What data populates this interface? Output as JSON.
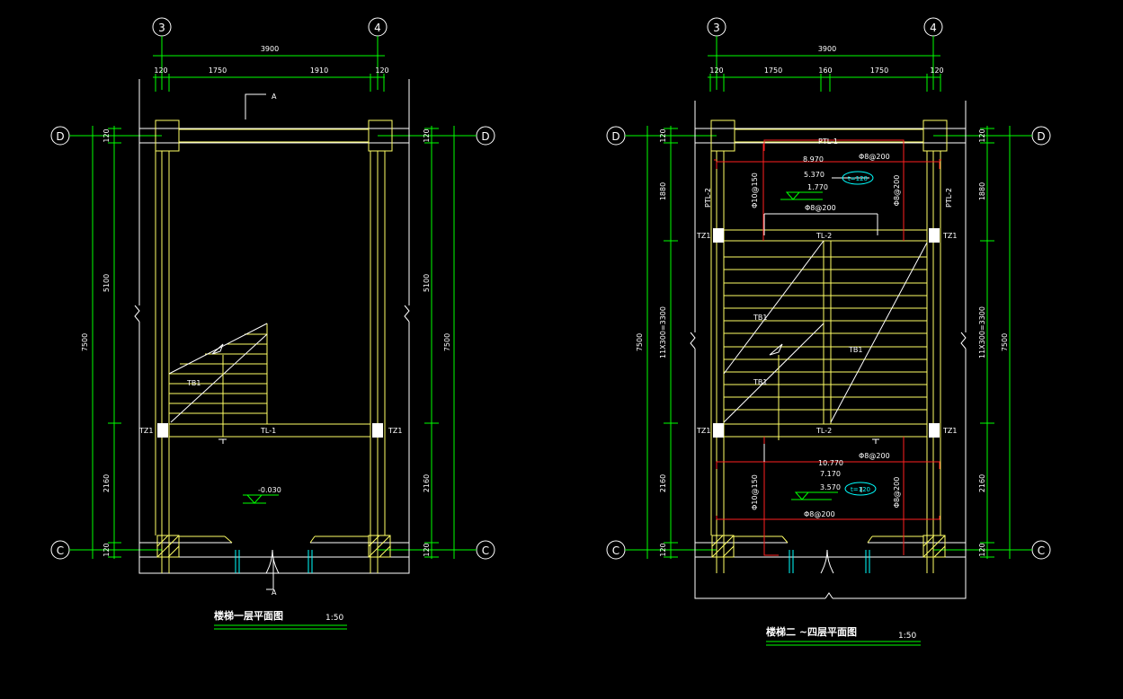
{
  "colors": {
    "background": "#000000",
    "dimension": "#00ff00",
    "stair": "#ffff66",
    "wall": "#ffffff",
    "rebar": "#ff2020",
    "door": "#00ffff"
  },
  "plan_left": {
    "axes": {
      "top_left": "3",
      "top_right": "4",
      "row_top": "D",
      "row_bottom": "C"
    },
    "dims_top": {
      "overall": "3900",
      "a": "120",
      "b": "1750",
      "c": "1910",
      "d": "120"
    },
    "dims_side": {
      "top": "120",
      "mid": "5100",
      "lower": "2160",
      "bottom": "120",
      "overall": "7500"
    },
    "section_mark": "A",
    "column_label": "TZ1",
    "beam_label": "TL-1",
    "flight_label": "TB1",
    "elevation": "-0.030",
    "title": "楼梯一层平面图",
    "scale": "1:50"
  },
  "plan_right": {
    "axes": {
      "top_left": "3",
      "top_right": "4",
      "row_top": "D",
      "row_bottom": "C"
    },
    "dims_top": {
      "overall": "3900",
      "a": "120",
      "b": "1750",
      "c": "160",
      "d": "1750",
      "e": "120"
    },
    "dims_side": {
      "top": "120",
      "upper": "1880",
      "mid": "11X300=3300",
      "lower": "2160",
      "bottom": "120",
      "overall": "7500"
    },
    "upper_landing": {
      "beam_top": "PTL-1",
      "beam_left": "PTL-2",
      "beam_right": "PTL-2",
      "elev_1": "8.970",
      "elev_2": "5.370",
      "elev_3": "1.770",
      "rebar_a": "Φ8@200",
      "rebar_b": "Φ10@150",
      "rebar_c": "Φ8@200",
      "rebar_d": "Φ8@200",
      "thickness": "t=120"
    },
    "beam_mid": "TL-2",
    "beam_low": "TL-2",
    "column_label": "TZ1",
    "flight_label_1": "TB1",
    "flight_label_2": "TB1",
    "flight_label_3": "TB1",
    "lower_landing": {
      "elev_1": "10.770",
      "elev_2": "7.170",
      "elev_3": "3.570",
      "rebar_a": "Φ8@200",
      "rebar_b": "Φ10@150",
      "rebar_c": "Φ8@200",
      "rebar_d": "Φ8@200",
      "thickness": "t=120"
    },
    "title": "楼梯二   ~四层平面图",
    "scale": "1:50"
  }
}
